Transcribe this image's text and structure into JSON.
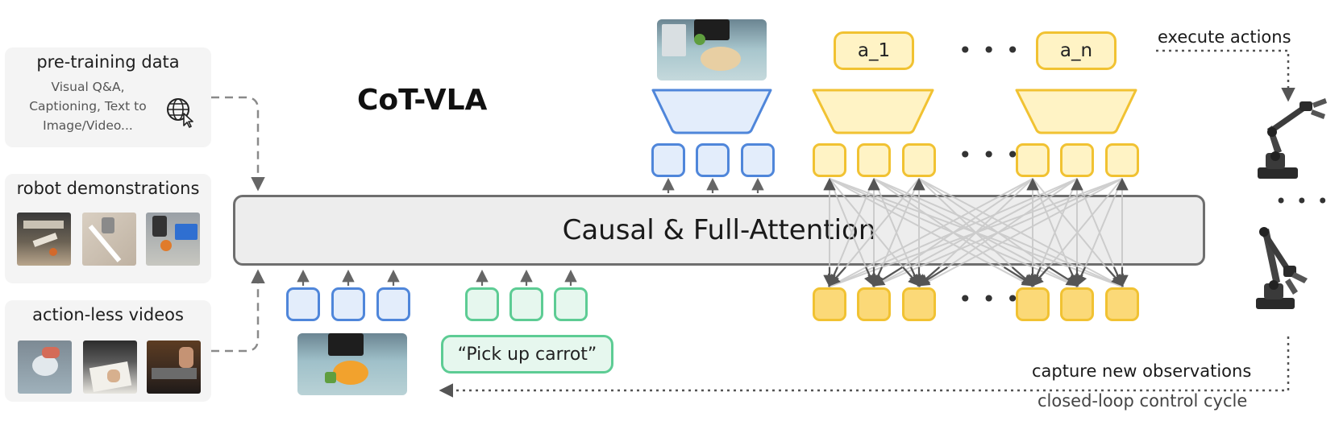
{
  "title": "CoT-VLA",
  "transformer_label": "Causal & Full-Attention",
  "panels": {
    "pretraining": {
      "title": "pre-training data",
      "text_lines": [
        "Visual Q&A,",
        "Captioning, Text to",
        "Image/Video..."
      ],
      "icon": "globe-cursor-icon"
    },
    "robot_demos": {
      "title": "robot demonstrations"
    },
    "actionless": {
      "title": "action-less videos"
    }
  },
  "prompt": "“Pick up carrot”",
  "actions": {
    "first": "a_1",
    "last": "a_n"
  },
  "ellipsis": "• • •",
  "labels": {
    "execute": "execute actions",
    "capture": "capture new observations",
    "cycle": "closed-loop control cycle"
  },
  "colors": {
    "blue": "#4f86da",
    "green": "#5dcc94",
    "yellow": "#f1c232",
    "gray": "#6e6e6e"
  }
}
